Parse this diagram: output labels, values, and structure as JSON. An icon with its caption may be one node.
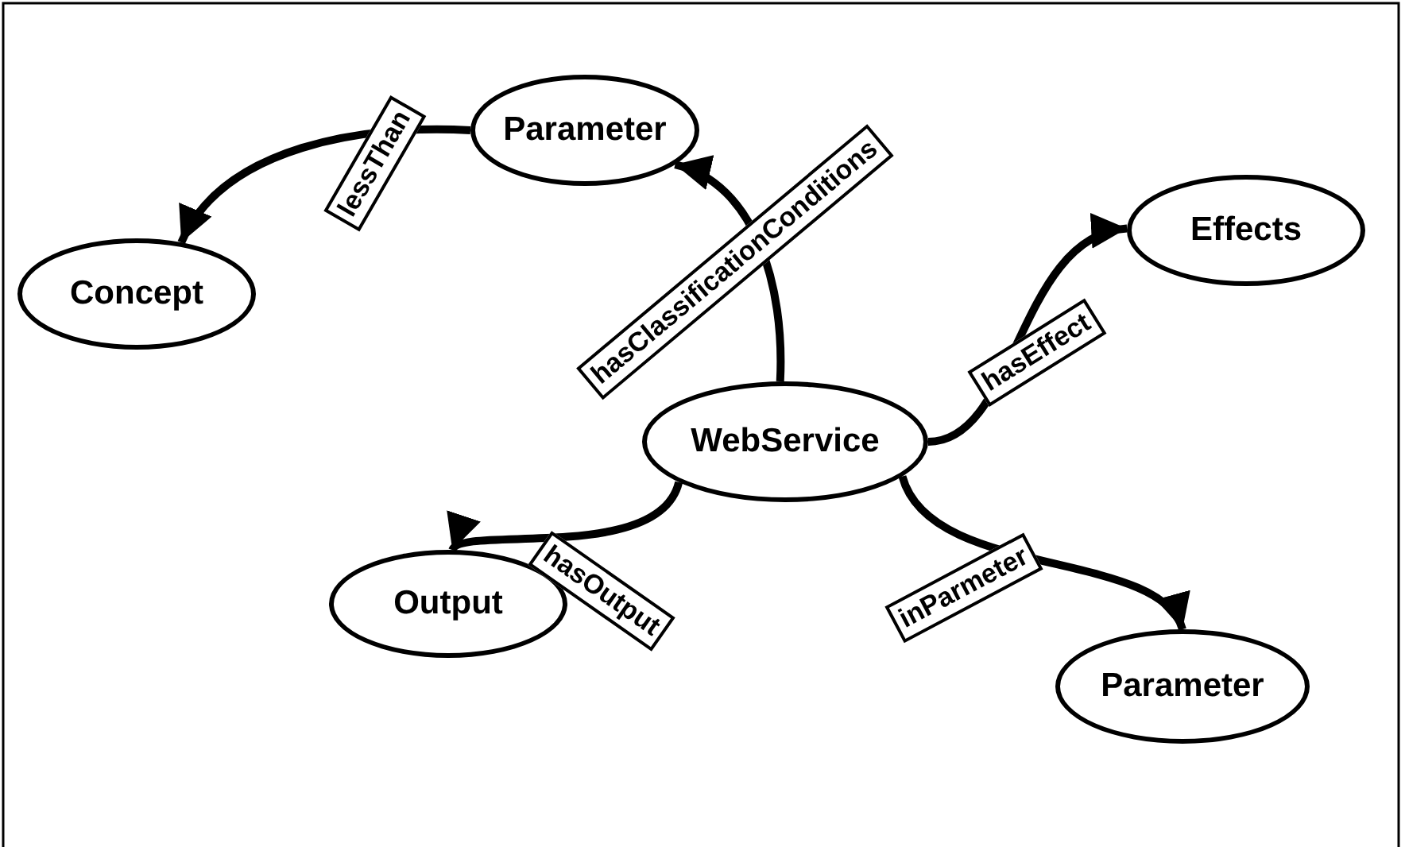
{
  "diagram": {
    "nodes": [
      {
        "text": [
          "Parameter"
        ]
      },
      {
        "text": [
          "Concept"
        ]
      },
      {
        "text": [
          "Effects"
        ]
      },
      {
        "text": [
          "WebService"
        ]
      },
      {
        "text": [
          "Output"
        ]
      },
      {
        "text": [
          "Parameter"
        ]
      }
    ],
    "edges": [
      {
        "from": 0,
        "to": 1,
        "arrow": "to",
        "label": "lessThan"
      },
      {
        "from": 3,
        "to": 0,
        "arrow": "to",
        "label": "hasClassificationConditions"
      },
      {
        "from": 3,
        "to": 2,
        "arrow": "to",
        "label": "hasEffect"
      },
      {
        "from": 3,
        "to": 4,
        "arrow": "to",
        "label": "hasOutput"
      },
      {
        "from": 3,
        "to": 5,
        "arrow": "to",
        "label": "inParmeter"
      }
    ]
  }
}
